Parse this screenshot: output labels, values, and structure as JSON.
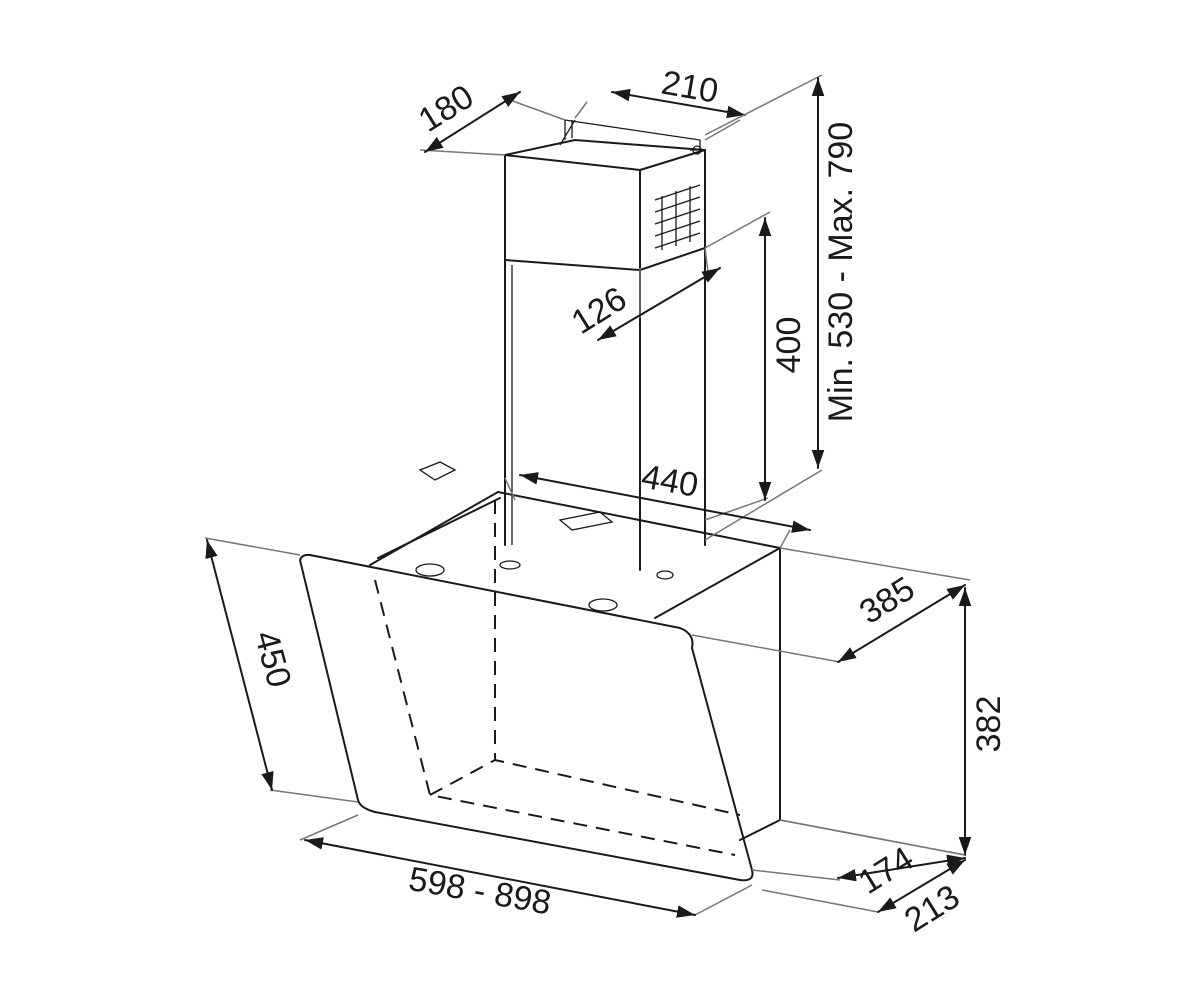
{
  "dimensions": {
    "chimney_depth": "180",
    "chimney_width": "210",
    "chimney_height_range": "Min. 530 - Max. 790",
    "outlet_offset": "126",
    "upper_height": "400",
    "mount_width": "440",
    "body_depth": "385",
    "body_height": "382",
    "glass_height": "450",
    "width_range": "598 - 898",
    "bottom_depth_174": "174",
    "bottom_depth_213": "213"
  },
  "colors": {
    "line": "#1a1a1a",
    "background": "#ffffff"
  }
}
